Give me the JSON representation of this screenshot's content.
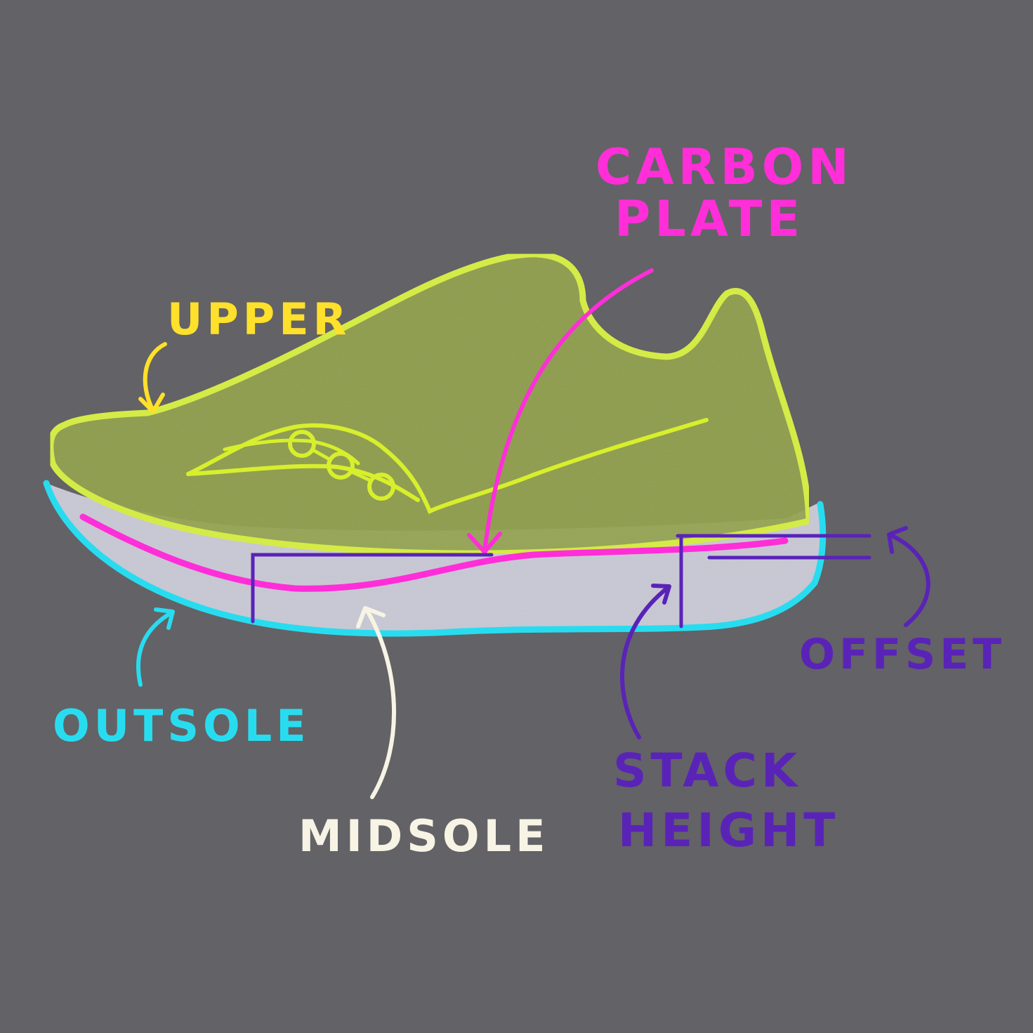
{
  "colors": {
    "background": "#636266",
    "upper": "#d7ef2c",
    "upper_fill": "#8fa13a",
    "carbon_plate": "#ff2ed8",
    "outsole": "#28dcf0",
    "midsole": "#c9c9d6",
    "midsole_label": "#f7f4e6",
    "stack_height": "#5a23b8",
    "offset": "#5a23b8"
  },
  "labels": {
    "carbon_plate_line1": "CARBON",
    "carbon_plate_line2": "PLATE",
    "upper": "UPPER",
    "outsole": "OUTSOLE",
    "midsole": "MIDSOLE",
    "stack_height_line1": "STACK",
    "stack_height_line2": "HEIGHT",
    "offset": "OFFSET"
  }
}
